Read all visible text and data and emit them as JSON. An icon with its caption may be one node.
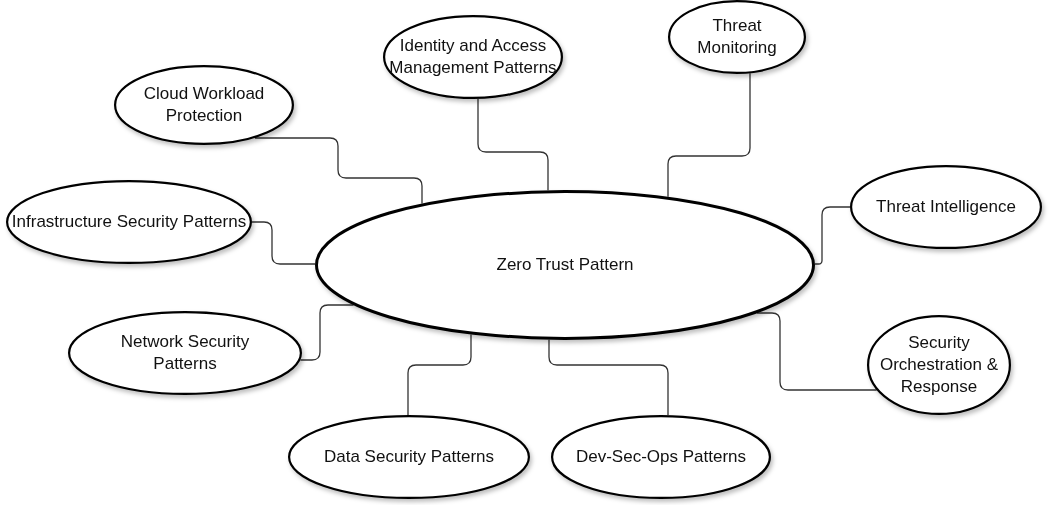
{
  "diagram": {
    "nodes": [
      {
        "text": [
          "Zero Trust Pattern"
        ]
      },
      {
        "text": [
          "Cloud Workload Protection"
        ]
      },
      {
        "text": [
          "Identity and Access Management Patterns"
        ]
      },
      {
        "text": [
          "Threat Monitoring"
        ]
      },
      {
        "text": [
          "Threat Intelligence"
        ]
      },
      {
        "text": [
          "Security Orchestration & Response"
        ]
      },
      {
        "text": [
          "Dev-Sec-Ops Patterns"
        ]
      },
      {
        "text": [
          "Data Security Patterns"
        ]
      },
      {
        "text": [
          "Network Security Patterns"
        ]
      },
      {
        "text": [
          "Infrastructure Security Patterns"
        ]
      }
    ],
    "edges": [
      {
        "from": 1,
        "to": 0,
        "arrow": "none"
      },
      {
        "from": 2,
        "to": 0,
        "arrow": "none"
      },
      {
        "from": 3,
        "to": 0,
        "arrow": "none"
      },
      {
        "from": 4,
        "to": 0,
        "arrow": "none"
      },
      {
        "from": 5,
        "to": 0,
        "arrow": "none"
      },
      {
        "from": 6,
        "to": 0,
        "arrow": "none"
      },
      {
        "from": 7,
        "to": 0,
        "arrow": "none"
      },
      {
        "from": 8,
        "to": 0,
        "arrow": "none"
      },
      {
        "from": 9,
        "to": 0,
        "arrow": "none"
      }
    ]
  }
}
